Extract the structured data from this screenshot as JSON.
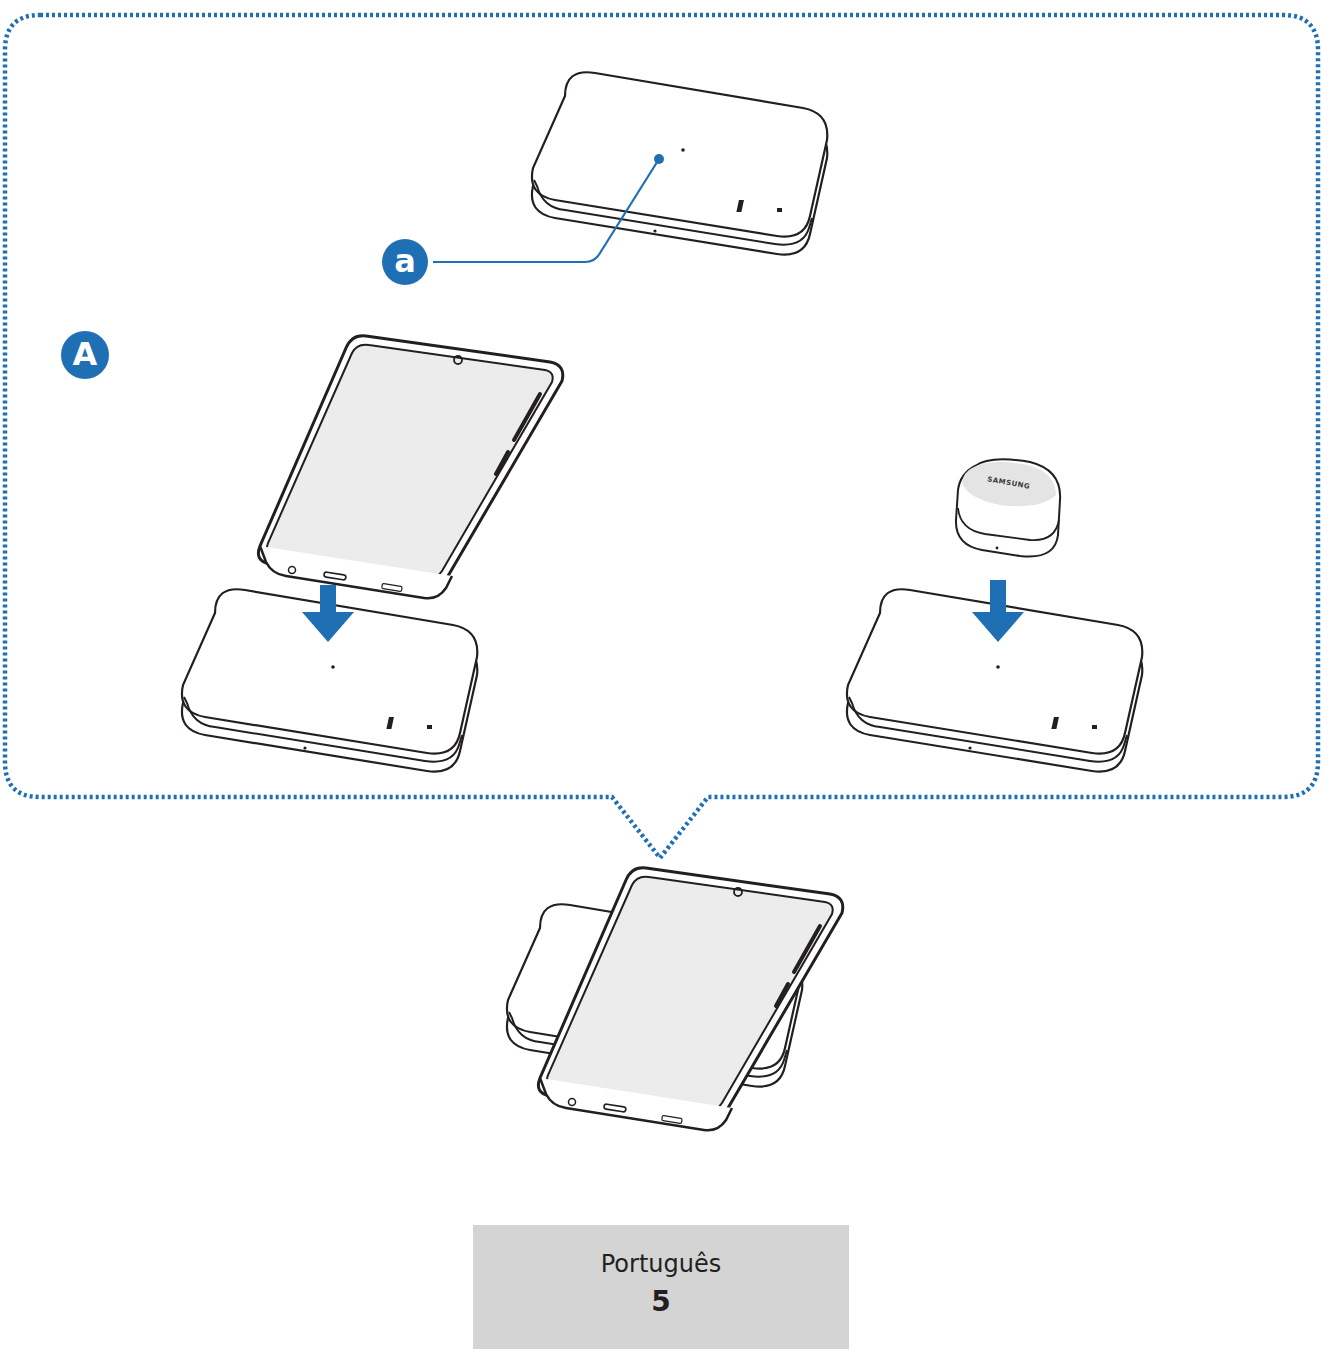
{
  "diagram": {
    "nodes": [
      {
        "text": [
          "Português",
          "5"
        ]
      }
    ],
    "labels": [
      "a",
      "A",
      "SAMSUNG"
    ]
  }
}
